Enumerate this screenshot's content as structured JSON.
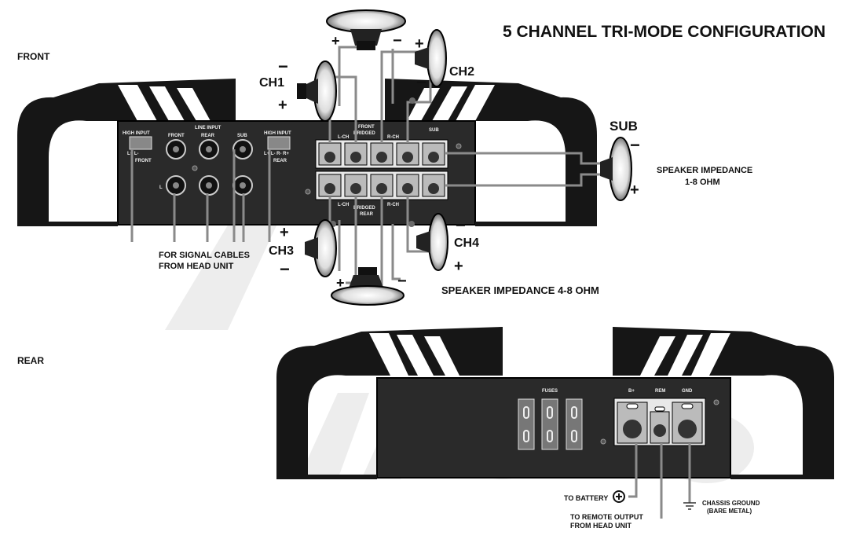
{
  "title": "5 CHANNEL TRI-MODE CONFIGURATION",
  "sections": {
    "front": "FRONT",
    "rear": "REAR"
  },
  "front_panel": {
    "high_input_front_title": "HIGH INPUT",
    "high_input_front_sub": "FRONT",
    "high_input_front_pins": "L+ L-",
    "front_label": "FRONT",
    "line_input_label": "LINE INPUT",
    "rear_label": "REAR",
    "sub_label": "SUB",
    "high_input_rear_title": "HIGH INPUT",
    "high_input_rear_sub": "REAR",
    "high_input_rear_pins": "L+ L- R- R+",
    "l_label": "L",
    "terminal_top": {
      "front_bridged": "FRONT",
      "bridged": "BRIDGED",
      "lch": "L-CH",
      "rch": "R-CH",
      "sub": "SUB"
    },
    "terminal_bottom": {
      "bridged": "BRIDGED",
      "rear": "REAR",
      "lch": "L-CH",
      "rch": "R-CH"
    },
    "plus": "+",
    "minus": "-"
  },
  "channels": {
    "ch1": "CH1",
    "ch2": "CH2",
    "ch3": "CH3",
    "ch4": "CH4",
    "sub": "SUB"
  },
  "polarity": {
    "plus": "+",
    "minus": "−"
  },
  "notes": {
    "signal_cables_line1": "FOR SIGNAL CABLES",
    "signal_cables_line2": "FROM HEAD UNIT",
    "sub_impedance_line1": "SPEAKER IMPEDANCE",
    "sub_impedance_line2": "1-8 OHM",
    "speaker_impedance": "SPEAKER IMPEDANCE 4-8 OHM"
  },
  "rear_panel": {
    "fuses": "FUSES",
    "bplus": "B+",
    "rem": "REM",
    "gnd": "GND",
    "to_battery": "TO BATTERY",
    "remote_line1": "TO REMOTE OUTPUT",
    "remote_line2": "FROM HEAD UNIT",
    "chassis_line1": "CHASSIS GROUND",
    "chassis_line2": "(BARE METAL)"
  }
}
